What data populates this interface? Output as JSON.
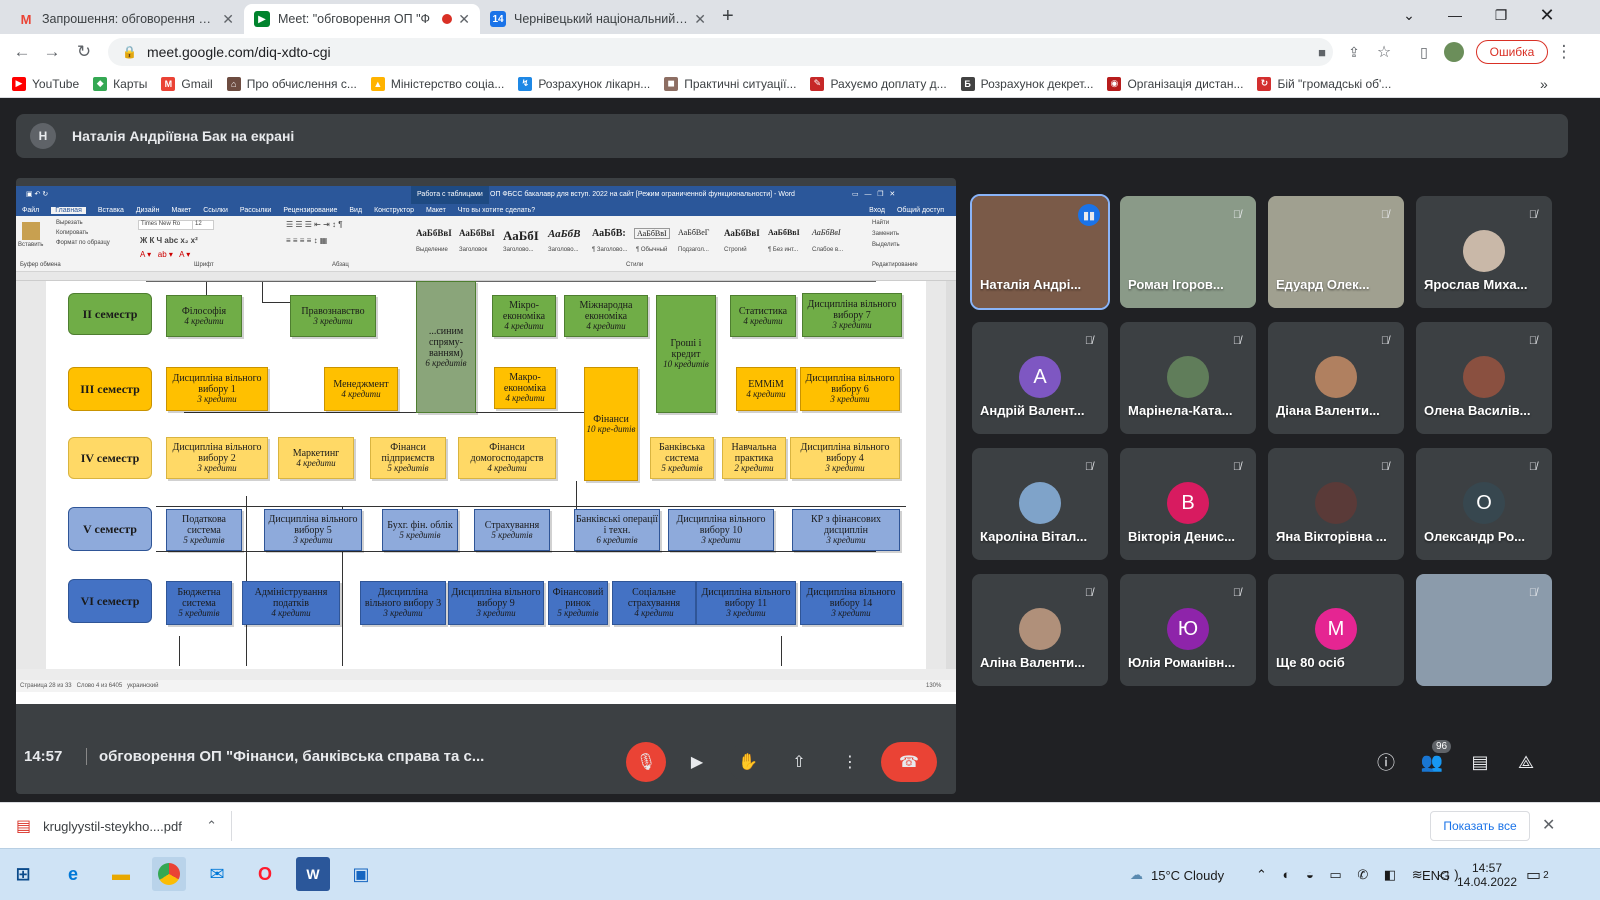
{
  "browser": {
    "tabs": [
      {
        "label": "Запрошення: обговорення ОП",
        "icon": "gmail-icon"
      },
      {
        "label": "Meet: \"обговорення ОП \"Ф",
        "icon": "meet-icon"
      },
      {
        "label": "Чернівецький національний ун",
        "icon": "chnu-icon"
      }
    ],
    "new_tab": "+",
    "url": "meet.google.com/diq-xdto-cgi",
    "error_button": "Ошибка",
    "bookmarks": [
      {
        "label": "YouTube",
        "color": "#ff0000"
      },
      {
        "label": "Карты",
        "color": "#34a853"
      },
      {
        "label": "Gmail",
        "color": "#ea4335"
      },
      {
        "label": "Про обчислення с...",
        "color": "#6d4c41"
      },
      {
        "label": "Міністерство соціа...",
        "color": "#ffb300"
      },
      {
        "label": "Розрахунок лікарн...",
        "color": "#1e88e5"
      },
      {
        "label": "Практичні ситуації...",
        "color": "#8d6e63"
      },
      {
        "label": "Рахуємо доплату д...",
        "color": "#c62828"
      },
      {
        "label": "Розрахунок декрет...",
        "color": "#424242"
      },
      {
        "label": "Організація дистан...",
        "color": "#b71c1c"
      },
      {
        "label": "Бій \"громадські об'...",
        "color": "#d32f2f"
      }
    ]
  },
  "meet": {
    "presenter_initial": "Н",
    "presenter_text": "Наталія Андріївна Бак на екрані",
    "clock": "14:57",
    "meeting_title": "обговорення ОП \"Фінанси, банківська справа та с...",
    "people_count": "96",
    "participants": [
      {
        "name": "Наталія Андрі...",
        "initial": "",
        "color": "#7a5a48"
      },
      {
        "name": "Роман Ігоров...",
        "initial": "",
        "color": "#8a9a88"
      },
      {
        "name": "Едуард Олек...",
        "initial": "",
        "color": "#a0a090"
      },
      {
        "name": "Ярослав Миха...",
        "initial": "",
        "color": "#c9b8a8"
      },
      {
        "name": "Андрій Валент...",
        "initial": "А",
        "color": "#7e57c2"
      },
      {
        "name": "Марінела-Ката...",
        "initial": "",
        "color": "#607d5a"
      },
      {
        "name": "Діана Валенти...",
        "initial": "",
        "color": "#b08060"
      },
      {
        "name": "Олена Василів...",
        "initial": "",
        "color": "#8a5040"
      },
      {
        "name": "Кароліна Вітал...",
        "initial": "",
        "color": "#7fa3c9"
      },
      {
        "name": "Вікторія Денис...",
        "initial": "В",
        "color": "#d81b60"
      },
      {
        "name": "Яна Вікторівна ...",
        "initial": "",
        "color": "#5a3a38"
      },
      {
        "name": "Олександр Ро...",
        "initial": "О",
        "color": "#37474f"
      },
      {
        "name": "Аліна Валенти...",
        "initial": "",
        "color": "#b0907a"
      },
      {
        "name": "Юлія Романівн...",
        "initial": "Ю",
        "color": "#8e24aa"
      },
      {
        "name": "Ще 80 осіб",
        "initial": "М",
        "color": "#e52592"
      },
      {
        "name": "",
        "initial": "",
        "color": "#8b9bab"
      }
    ]
  },
  "word": {
    "title": "ОП ФБСС бакалавр для вступ. 2022 на сайт [Режим ограниченной функциональности] - Word",
    "context": "Работа с таблицами",
    "tabs": [
      "Файл",
      "Главная",
      "Вставка",
      "Дизайн",
      "Макет",
      "Ссылки",
      "Рассылки",
      "Рецензирование",
      "Вид",
      "Конструктор",
      "Макет",
      "Что вы хотите сделать?"
    ],
    "right_tabs": [
      "Вход",
      "Общий доступ"
    ],
    "font": "Times New Ro",
    "size": "12",
    "clipboard": [
      "Вырезать",
      "Копировать",
      "Формат по образцу"
    ],
    "paste": "Вставить",
    "groups": [
      "Буфер обмена",
      "Шрифт",
      "Абзац",
      "Стили",
      "Редактирование"
    ],
    "editing": [
      "Найти",
      "Заменить",
      "Выделить"
    ],
    "styles": [
      {
        "sample": "АаБбВвІ",
        "name": "Выделение"
      },
      {
        "sample": "АаБбВвІ",
        "name": "Заголовок"
      },
      {
        "sample": "АаБбІ",
        "name": "Заголово..."
      },
      {
        "sample": "АаБбВ",
        "name": "Заголово..."
      },
      {
        "sample": "АаБбВ:",
        "name": "¶ Заголово..."
      },
      {
        "sample": "АаБбВвІ",
        "name": "¶ Обычный"
      },
      {
        "sample": "АаБбВеГ",
        "name": "Подзагол..."
      },
      {
        "sample": "АаБбВвІ",
        "name": "Строгий"
      },
      {
        "sample": "АаБбВвІ",
        "name": "¶ Без инт..."
      },
      {
        "sample": "АаБбВвІ",
        "name": "Слабое в..."
      }
    ],
    "status": {
      "page": "Страница 28 из 33",
      "words": "Слово 4 из 6405",
      "lang": "украинский",
      "zoom": "130%"
    }
  },
  "diagram": {
    "semesters": [
      "ІІ семестр",
      "ІІІ семестр",
      "IV семестр",
      "V семестр",
      "VI семестр"
    ],
    "boxes": [
      {
        "title": "Філософія",
        "credits": "4 кредити"
      },
      {
        "title": "Правознавство",
        "credits": "3 кредити"
      },
      {
        "title": "Мікро-економіка",
        "credits": "4 кредити"
      },
      {
        "title": "Міжнародна економіка",
        "credits": "4 кредити"
      },
      {
        "title": "Гроші і кредит",
        "credits": "10 кредитів"
      },
      {
        "title": "Статистика",
        "credits": "4 кредити"
      },
      {
        "title": "Дисципліна вільного вибору 7",
        "credits": "3 кредити"
      },
      {
        "title": "...синим спряму-ванням)",
        "credits": "6 кредитів"
      },
      {
        "title": "Дисципліна вільного вибору 1",
        "credits": "3 кредити"
      },
      {
        "title": "Менеджмент",
        "credits": "4 кредити"
      },
      {
        "title": "Макро-економіка",
        "credits": "4 кредити"
      },
      {
        "title": "Фінанси",
        "credits": "10 кре-дитів"
      },
      {
        "title": "ЕММіМ",
        "credits": "4 кредити"
      },
      {
        "title": "Дисципліна вільного вибору 6",
        "credits": "3 кредити"
      },
      {
        "title": "Дисципліна вільного вибору 2",
        "credits": "3 кредити"
      },
      {
        "title": "Маркетинг",
        "credits": "4 кредити"
      },
      {
        "title": "Фінанси підприємств",
        "credits": "5 кредитів"
      },
      {
        "title": "Фінанси домогосподарств",
        "credits": "4 кредити"
      },
      {
        "title": "Банківська система",
        "credits": "5 кредитів"
      },
      {
        "title": "Навчальна практика",
        "credits": "2 кредити"
      },
      {
        "title": "Дисципліна вільного вибору 4",
        "credits": "3 кредити"
      },
      {
        "title": "Податкова система",
        "credits": "5 кредитів"
      },
      {
        "title": "Дисципліна вільного вибору 5",
        "credits": "3 кредити"
      },
      {
        "title": "Бухг. фін. облік",
        "credits": "5 кредитів"
      },
      {
        "title": "Страхування",
        "credits": "5 кредитів"
      },
      {
        "title": "Банківські операції і техн.",
        "credits": "6 кредитів"
      },
      {
        "title": "Дисципліна вільного вибору 10",
        "credits": "3 кредити"
      },
      {
        "title": "КР з фінансових дисциплін",
        "credits": "3 кредити"
      },
      {
        "title": "Бюджетна система",
        "credits": "5 кредитів"
      },
      {
        "title": "Адміністрування податків",
        "credits": "4 кредити"
      },
      {
        "title": "Дисципліна вільного вибору 3",
        "credits": "3 кредити"
      },
      {
        "title": "Дисципліна вільного вибору 9",
        "credits": "3 кредити"
      },
      {
        "title": "Фінансовий ринок",
        "credits": "5 кредитів"
      },
      {
        "title": "Соціальне страхування",
        "credits": "4 кредити"
      },
      {
        "title": "Дисципліна вільного вибору 11",
        "credits": "3 кредити"
      },
      {
        "title": "Дисципліна вільного вибору 14",
        "credits": "3 кредити"
      }
    ]
  },
  "download": {
    "file": "kruglyystil-steykho....pdf",
    "show_all": "Показать все"
  },
  "taskbar": {
    "weather": "15°C  Cloudy",
    "lang": "ENG",
    "time": "14:57",
    "date": "14.04.2022",
    "notifications": "2"
  }
}
